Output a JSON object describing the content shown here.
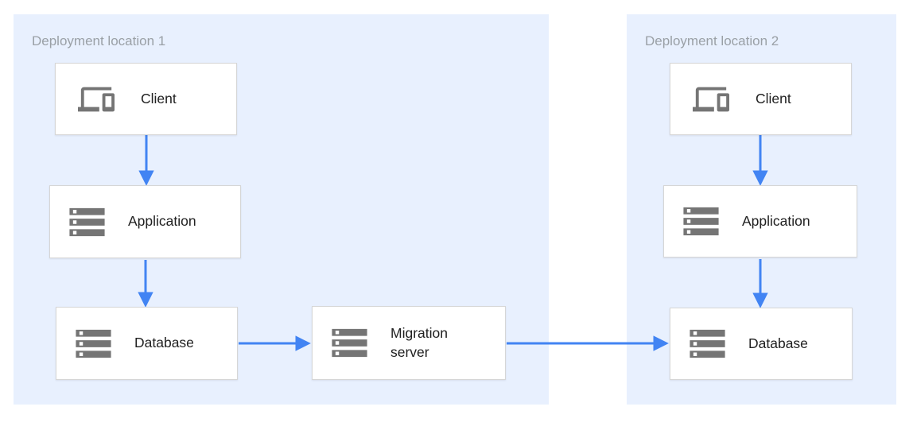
{
  "zones": [
    {
      "label": "Deployment location 1"
    },
    {
      "label": "Deployment location 2"
    }
  ],
  "nodes": {
    "client1": {
      "label": "Client",
      "icon": "devices-icon"
    },
    "app1": {
      "label": "Application",
      "icon": "server-stack-icon"
    },
    "db1": {
      "label": "Database",
      "icon": "server-stack-icon"
    },
    "migration": {
      "label": "Migration server",
      "icon": "server-stack-icon"
    },
    "client2": {
      "label": "Client",
      "icon": "devices-icon"
    },
    "app2": {
      "label": "Application",
      "icon": "server-stack-icon"
    },
    "db2": {
      "label": "Database",
      "icon": "server-stack-icon"
    }
  },
  "edges": [
    {
      "from": "client1",
      "to": "app1"
    },
    {
      "from": "app1",
      "to": "db1"
    },
    {
      "from": "db1",
      "to": "migration"
    },
    {
      "from": "migration",
      "to": "db2"
    },
    {
      "from": "client2",
      "to": "app2"
    },
    {
      "from": "app2",
      "to": "db2"
    }
  ],
  "colors": {
    "zone_background": "#E8F0FE",
    "arrow": "#4284F3",
    "icon": "#757575",
    "node_background": "#FFFFFF",
    "node_border": "#D6D6D6",
    "node_label": "#212121",
    "zone_label": "#9AA0A6",
    "page_background": "#FFFFFF"
  }
}
